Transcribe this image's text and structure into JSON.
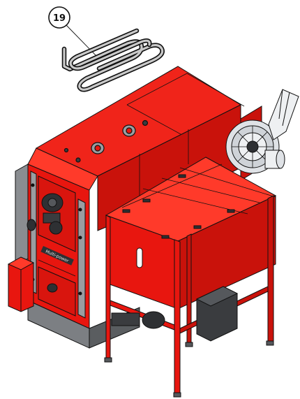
{
  "callouts": [
    {
      "label": "19",
      "target": "heating-coil"
    }
  ],
  "nameplate": "Multi-power",
  "colors": {
    "body_red": "#e8160f",
    "body_red_dark": "#b80d09",
    "body_red_light": "#ff3a2a",
    "steel_grey": "#7c7f83",
    "dark_grey": "#3a3c3f",
    "outline": "#111111",
    "fan_light": "#dfe2e6"
  }
}
